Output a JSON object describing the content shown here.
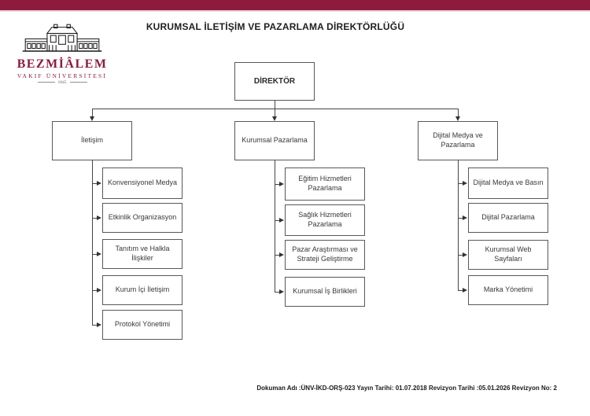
{
  "header": {
    "title": "KURUMSAL İLETİŞİM VE PAZARLAMA DİREKTÖRLÜĞÜ"
  },
  "logo": {
    "name": "BEZMİÂLEM",
    "subtitle": "VAKIF ÜNİVERSİTESİ",
    "year": "1845"
  },
  "colors": {
    "brand_maroon": "#8E1B3E",
    "line_gray": "#454545",
    "box_border": "#585858"
  },
  "org_chart": {
    "root": "DİREKTÖR",
    "branches": [
      {
        "label": "İletişim",
        "children": [
          "Konvensiyonel Medya",
          "Etkinlik Organizasyon",
          "Tanıtım ve Halkla İlişkiler",
          "Kurum İçi İletişim",
          "Protokol Yönetimi"
        ]
      },
      {
        "label": "Kurumsal Pazarlama",
        "children": [
          "Eğitim Hizmetleri Pazarlama",
          "Sağlık Hizmetleri Pazarlama",
          "Pazar Araştırması ve Strateji Geliştirme",
          "Kurumsal İş Birlikleri"
        ]
      },
      {
        "label": "Dijital Medya ve Pazarlama",
        "children": [
          "Dijital Medya ve Basın",
          "Dijital Pazarlama",
          "Kurumsal Web Sayfaları",
          "Marka Yönetimi"
        ]
      }
    ]
  },
  "footer": {
    "text": "Dokuman Adı :ÜNV-İKD-ORŞ-023 Yayın Tarihi: 01.07.2018 Revizyon Tarihi :05.01.2026 Revizyon No: 2"
  }
}
